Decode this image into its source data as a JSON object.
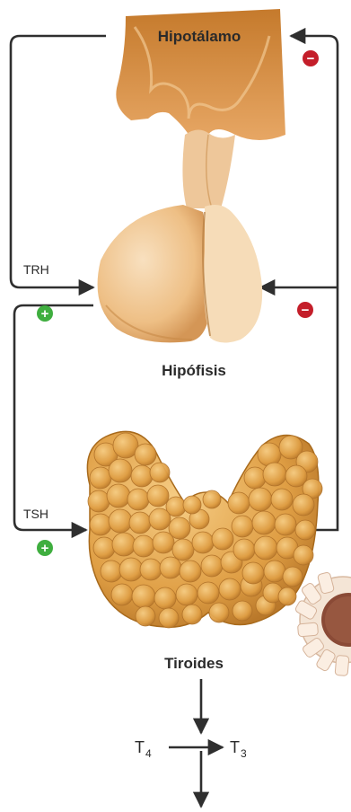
{
  "labels": {
    "hypothalamus": "Hipotálamo",
    "pituitary": "Hipófisis",
    "thyroid": "Tiroides",
    "trh": "TRH",
    "tsh": "TSH",
    "t4_base": "T",
    "t4_sub": "4",
    "t3_base": "T",
    "t3_sub": "3"
  },
  "signs": {
    "plus_trh": "+",
    "plus_tsh": "+",
    "minus_hypothalamus": "−",
    "minus_pituitary": "−"
  },
  "colors": {
    "line": "#2f2f2f",
    "gland_light": "#f2cc9a",
    "gland_mid": "#e7ac68",
    "gland_dark": "#c07022",
    "thyroid_fill": "#e4a650",
    "thyroid_edge": "#a86a1c",
    "plus": "#3fae3f",
    "minus": "#c41e2a"
  },
  "icons": {
    "stimulation": "plus-circle-icon",
    "inhibition": "minus-circle-icon",
    "flow": "arrow-icon"
  }
}
